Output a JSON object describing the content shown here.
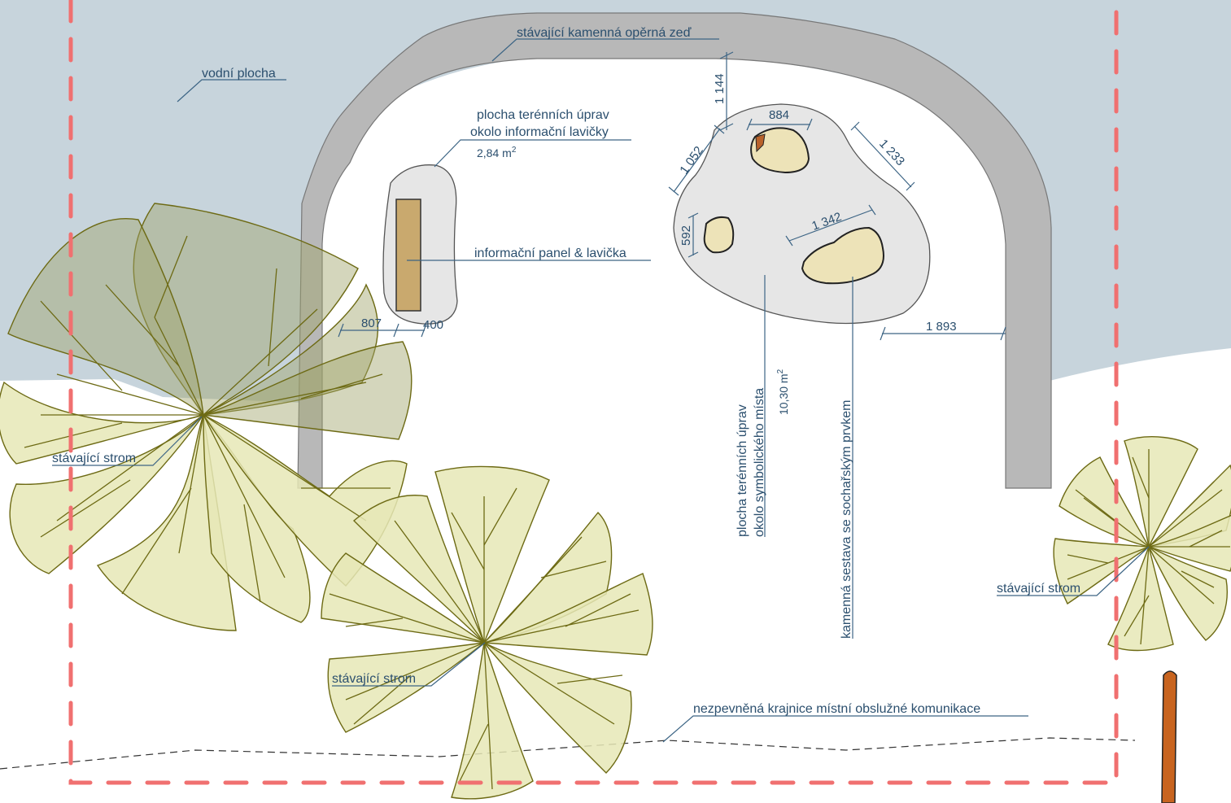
{
  "labels": {
    "water_area": "vodní plocha",
    "retaining_wall": "stávající kamenná opěrná zeď",
    "bench_area_line1": "plocha terénních úprav",
    "bench_area_line2": "okolo informační lavičky",
    "bench_area_size": "2,84 m",
    "bench_area_sup": "2",
    "info_panel": "informační panel & lavička",
    "symbolic_area_line1": "plocha terénních úprav",
    "symbolic_area_line2": "okolo symbolického místa",
    "symbolic_area_size": "10,30 m",
    "symbolic_area_sup": "2",
    "stone_assembly": "kamenná sestava se sochařským prvkem",
    "tree_1": "stávající strom",
    "tree_2": "stávající strom",
    "tree_3": "stávající strom",
    "road_edge": "nezpevněná krajnice místní obslužné komunikace"
  },
  "dimensions": {
    "d1144": "1 144",
    "d884": "884",
    "d1052": "1 052",
    "d1233": "1 233",
    "d1342": "1 342",
    "d592": "592",
    "d807": "807",
    "d400": "400",
    "d1893": "1 893"
  },
  "colors": {
    "water": "#c7d4dc",
    "wall": "#b8b8b8",
    "landscaped_area": "#e6e6e6",
    "stone": "#ede3b8",
    "bench": "#c9a96e",
    "tree_canopy": "#e6e8b6",
    "boundary": "#f07070",
    "annotation": "#2b4f6e"
  }
}
